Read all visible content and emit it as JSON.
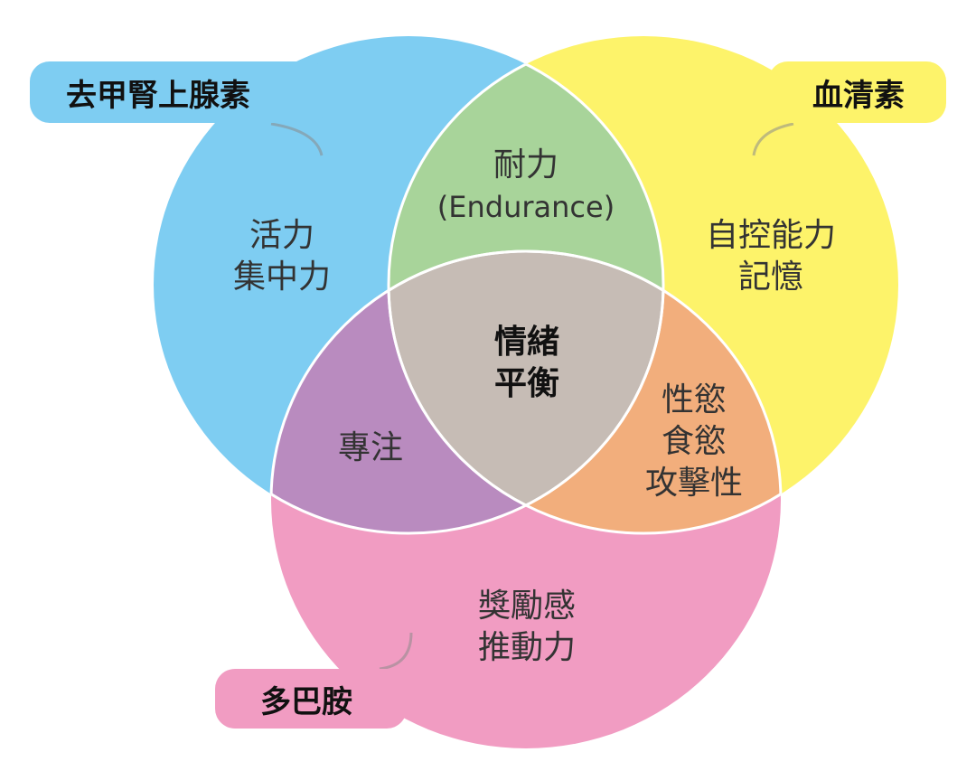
{
  "colors": {
    "norepinephrine": "#7ecdf2",
    "serotonin": "#fdf36a",
    "dopamine": "#f19cc2",
    "ne_serotonin": "#a8d49a",
    "ne_dopamine": "#b98bbf",
    "serotonin_dopamine": "#f2ae7c",
    "all_three": "#c6bcb5"
  },
  "sets": {
    "norepinephrine": "去甲腎上腺素",
    "serotonin": "血清素",
    "dopamine": "多巴胺"
  },
  "regions": {
    "norepinephrine_only": [
      "活力",
      "集中力"
    ],
    "serotonin_only": [
      "自控能力",
      "記憶"
    ],
    "dopamine_only": [
      "獎勵感",
      "推動力"
    ],
    "ne_serotonin": [
      "耐力",
      "(Endurance)"
    ],
    "ne_dopamine": [
      "專注"
    ],
    "serotonin_dopamine": [
      "性慾",
      "食慾",
      "攻擊性"
    ],
    "all_three": [
      "情緒",
      "平衡"
    ]
  }
}
